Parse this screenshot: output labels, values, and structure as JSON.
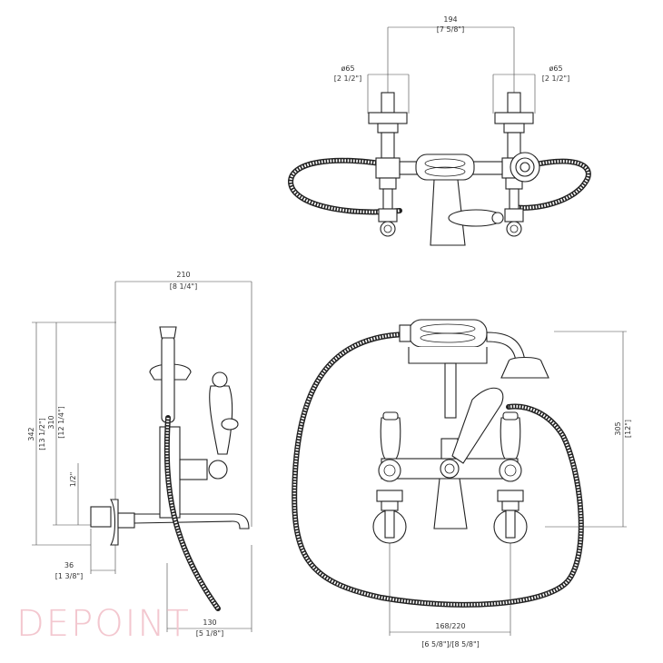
{
  "brand": {
    "logo": "DEPOINT",
    "color": "#f3c7cf"
  },
  "top_view": {
    "center_width": {
      "value": "194",
      "inch": "[7 5/8\"]"
    },
    "left_diameter": {
      "value": "ø65",
      "inch": "[2 1/2\"]"
    },
    "right_diameter": {
      "value": "ø65",
      "inch": "[2 1/2\"]"
    }
  },
  "side_view": {
    "depth": {
      "value": "210",
      "inch": "[8 1/4\"]"
    },
    "total_height": {
      "value": "342",
      "inch": "[13 1/2\"]"
    },
    "spout_height": {
      "value": "310",
      "inch": "[12 1/4\"]"
    },
    "thread": {
      "value": "1/2\""
    },
    "wall_offset": {
      "value": "36",
      "inch": "[1 3/8\"]"
    },
    "spout_reach": {
      "value": "130",
      "inch": "[5 1/8\"]"
    }
  },
  "front_view": {
    "handshower_height": {
      "value": "305",
      "inch": "[12\"]"
    },
    "center_distance": {
      "value": "168/220",
      "inch": "[6 5/8\"]/[8 5/8\"]"
    }
  }
}
